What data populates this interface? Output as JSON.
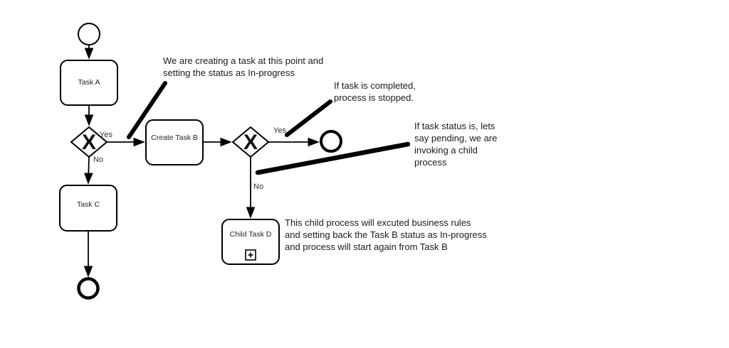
{
  "diagram": {
    "nodes": {
      "task_a": "Task A",
      "create_task_b": "Create Task B",
      "task_c": "Task C",
      "child_task_d": "Child Task D"
    },
    "gateways": {
      "symbol": "X",
      "gateway1_yes": "Yes",
      "gateway1_no": "No",
      "gateway2_yes": "Yes",
      "gateway2_no": "No"
    },
    "annotations": {
      "create_task": "We are creating a task at this point and\nsetting the status as In-progress",
      "completed": "If task is completed,\nprocess is stopped.",
      "pending": "If task status is, lets\nsay pending, we are\ninvoking a child\nprocess",
      "child_process": "This child process will excuted business rules\nand setting back the Task B status as In-progress\nand process will start again from Task B"
    },
    "icons": {
      "gateway_exclusive": "x-icon",
      "subprocess_marker": "plus-icon"
    },
    "colors": {
      "line": "#000000",
      "text": "#1b1b1b",
      "background": "#ffffff"
    }
  }
}
